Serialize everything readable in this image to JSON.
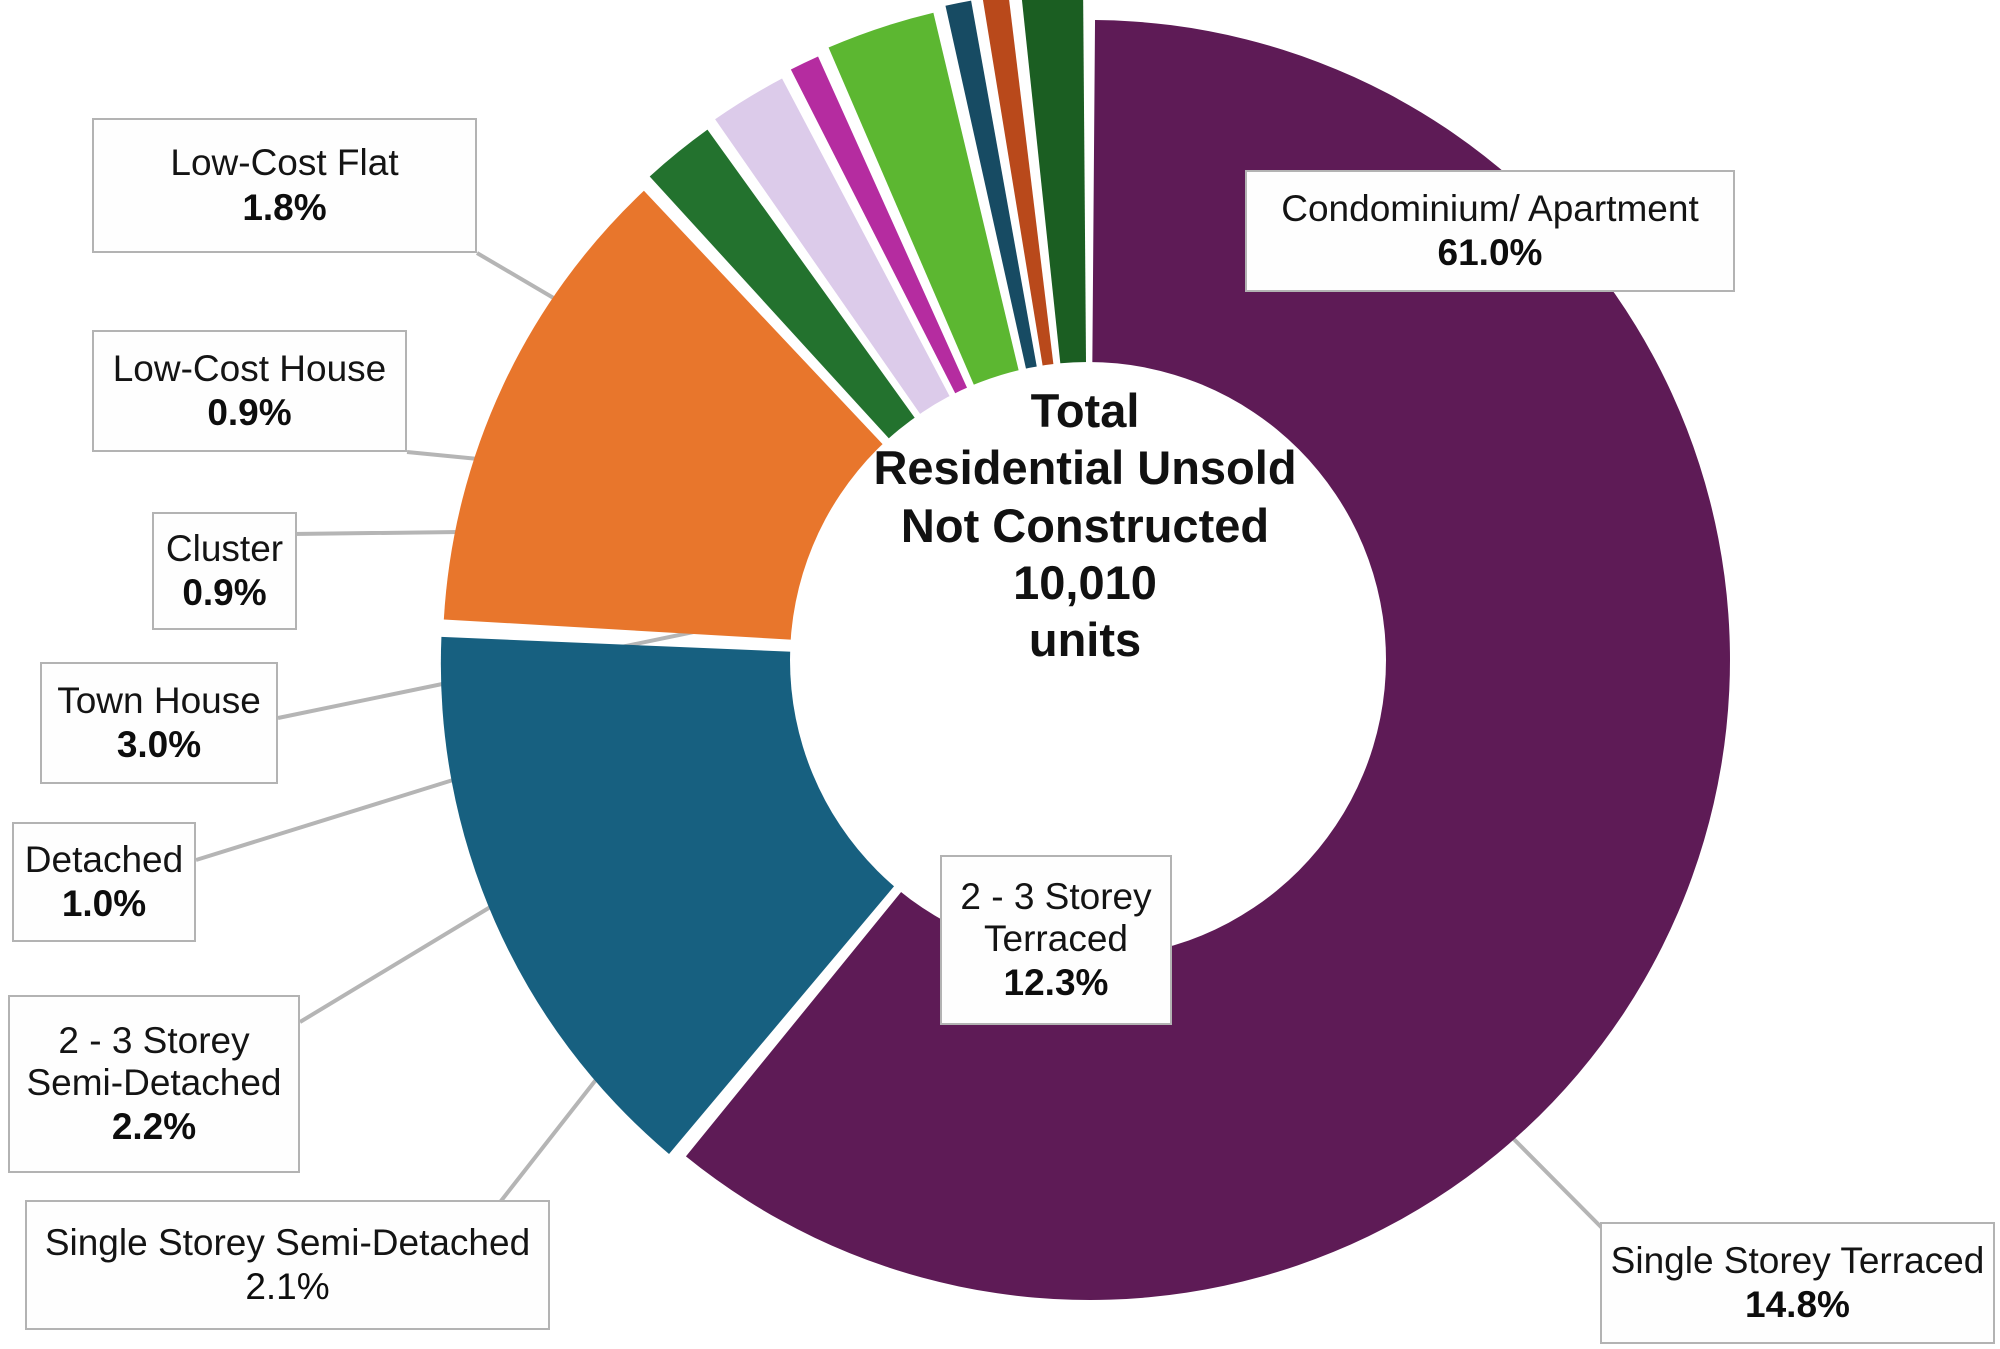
{
  "chart_data": {
    "type": "pie",
    "variant": "donut",
    "title": "Total Residential Unsold Not Constructed",
    "total_label": "10,010 units",
    "total_value": 10010,
    "units": "units",
    "xlabel": "",
    "ylabel": "",
    "legend_position": "callout-labels",
    "grid": false,
    "start_angle_deg": 0,
    "direction": "clockwise",
    "categories": [
      "Condominium/ Apartment",
      "Single Storey Terraced",
      "2 - 3 Storey Terraced",
      "Single Storey Semi-Detached",
      "2 - 3 Storey Semi-Detached",
      "Detached",
      "Town House",
      "Cluster",
      "Low-Cost House",
      "Low-Cost Flat"
    ],
    "values": [
      61.0,
      14.8,
      12.3,
      2.1,
      2.2,
      1.0,
      3.0,
      0.9,
      0.9,
      1.8
    ],
    "value_labels": [
      "61.0%",
      "14.8%",
      "12.3%",
      "2.1%",
      "2.2%",
      "1.0%",
      "3.0%",
      "0.9%",
      "0.9%",
      "1.8%"
    ],
    "colors": [
      "#5E1B56",
      "#176080",
      "#E8762C",
      "#23722E",
      "#DCCBEA",
      "#B52CA0",
      "#5CB731",
      "#174B63",
      "#B9491B",
      "#1B5E22"
    ]
  },
  "center": {
    "line1": "Total",
    "line2": "Residential Unsold",
    "line3": "Not Constructed",
    "line4": "10,010",
    "line5": "units"
  },
  "callouts": [
    {
      "id": "low-cost-flat",
      "name": "Low-Cost Flat",
      "pct": "1.8%"
    },
    {
      "id": "low-cost-house",
      "name": "Low-Cost House",
      "pct": "0.9%"
    },
    {
      "id": "cluster",
      "name": "Cluster",
      "pct": "0.9%"
    },
    {
      "id": "town-house",
      "name": "Town House",
      "pct": "3.0%"
    },
    {
      "id": "detached",
      "name": "Detached",
      "pct": "1.0%"
    },
    {
      "id": "two-three-storey-semi-detached",
      "name": "2 - 3 Storey Semi-Detached",
      "pct": "2.2%"
    },
    {
      "id": "single-storey-semi-detached",
      "name": "Single Storey Semi-Detached",
      "pct": "2.1%"
    },
    {
      "id": "two-three-storey-terraced",
      "name": "2 - 3 Storey Terraced",
      "pct": "12.3%"
    },
    {
      "id": "single-storey-terraced",
      "name": "Single Storey Terraced",
      "pct": "14.8%"
    },
    {
      "id": "condominium-apartment",
      "name": "Condominium/ Apartment",
      "pct": "61.0%"
    }
  ],
  "style": {
    "leader_line_color": "#b5b5b5",
    "box_border_color": "#b3b3b3",
    "box_fill": "#fefefe",
    "text_color": "#141414",
    "background": "#ffffff"
  }
}
